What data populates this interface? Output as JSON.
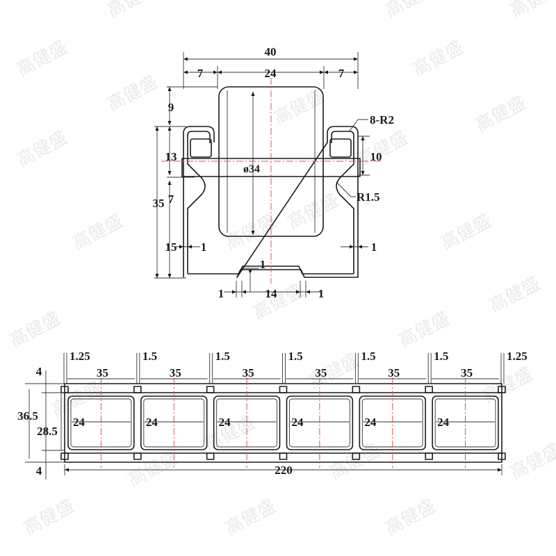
{
  "watermark": {
    "text": "高健盛"
  },
  "colors": {
    "line": "#1a1a1a",
    "centerline": "#e05050",
    "watermark": "#d9d9d9",
    "background": "#ffffff"
  },
  "top_view": {
    "overall_width": "40",
    "left_margin": "7",
    "roller_width": "24",
    "right_margin": "7",
    "top_offset": "9",
    "upper_height": "13",
    "mid_height": "7",
    "overall_height": "35",
    "lower_height": "15",
    "left_wall": "1",
    "right_wall": "1",
    "bottom_wall": "1",
    "bottom_left_step": "1",
    "bottom_slot": "14",
    "bottom_right_step": "1",
    "roller_diameter": "ø34",
    "top_radius": "8-R2",
    "lip_height": "10",
    "inner_radius": "R1.5"
  },
  "plan_view": {
    "overall_length": "220",
    "overall_height": "36.5",
    "inner_height": "28.5",
    "top_margin": "4",
    "bottom_margin": "4",
    "pitch_labels": [
      "35",
      "35",
      "35",
      "35",
      "35",
      "35"
    ],
    "gap_labels": [
      "1.25",
      "1.5",
      "1.5",
      "1.5",
      "1.5",
      "1.5",
      "1.25"
    ],
    "cell_labels": [
      "24",
      "24",
      "24",
      "24",
      "24",
      "24"
    ]
  }
}
